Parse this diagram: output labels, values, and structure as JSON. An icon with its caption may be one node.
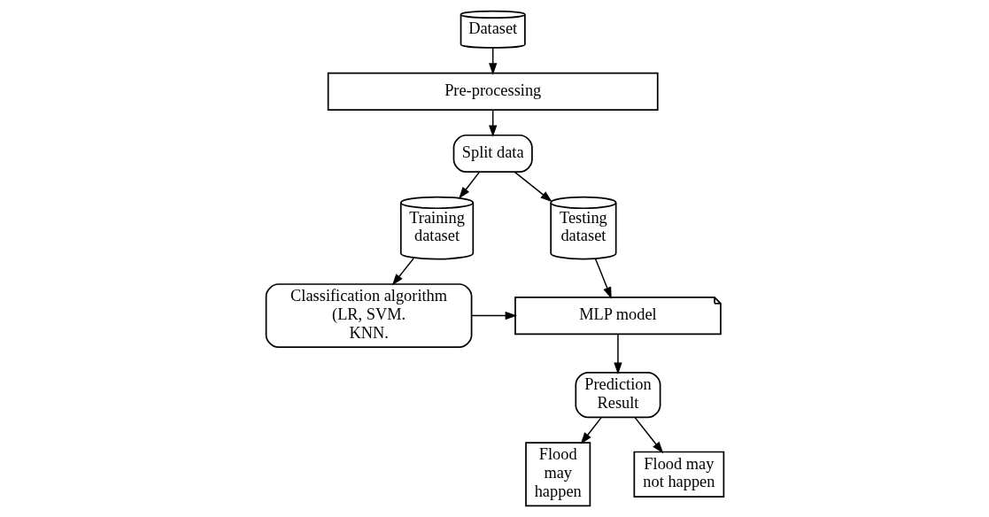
{
  "diagram": {
    "nodes": [
      {
        "text": [
          "Dataset"
        ]
      },
      {
        "text": [
          "Pre-processing"
        ]
      },
      {
        "text": [
          "Split data"
        ]
      },
      {
        "text": [
          "Training dataset"
        ]
      },
      {
        "text": [
          "Testing dataset"
        ]
      },
      {
        "text": [
          "Classification algorithm (LR, SVM. KNN."
        ]
      },
      {
        "text": [
          "MLP model"
        ]
      },
      {
        "text": [
          "Prediction Result"
        ]
      },
      {
        "text": [
          "Flood may happen"
        ]
      },
      {
        "text": [
          "Flood may not happen"
        ]
      }
    ],
    "edges": [
      {
        "from": 0,
        "to": 1,
        "arrow": "to"
      },
      {
        "from": 1,
        "to": 2,
        "arrow": "to"
      },
      {
        "from": 2,
        "to": 3,
        "arrow": "to"
      },
      {
        "from": 2,
        "to": 4,
        "arrow": "to"
      },
      {
        "from": 3,
        "to": 5,
        "arrow": "to"
      },
      {
        "from": 4,
        "to": 6,
        "arrow": "to"
      },
      {
        "from": 5,
        "to": 6,
        "arrow": "to"
      },
      {
        "from": 6,
        "to": 7,
        "arrow": "to"
      },
      {
        "from": 7,
        "to": 8,
        "arrow": "to"
      },
      {
        "from": 7,
        "to": 9,
        "arrow": "to"
      }
    ]
  }
}
